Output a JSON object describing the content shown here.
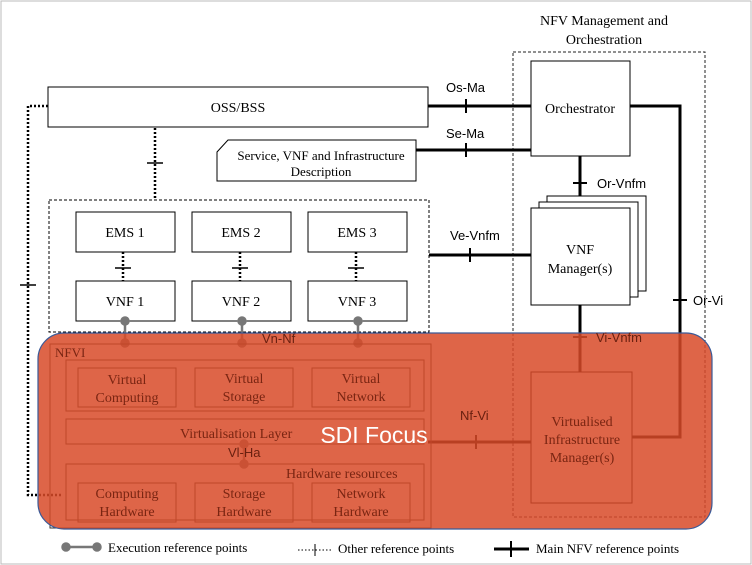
{
  "nfv_mano": {
    "title_line1": "NFV Management and",
    "title_line2": "Orchestration"
  },
  "nodes": {
    "oss_bss": "OSS/BSS",
    "description_line1": "Service, VNF and Infrastructure",
    "description_line2": "Description",
    "orchestrator": "Orchestrator",
    "vnf_manager_line1": "VNF",
    "vnf_manager_line2": "Manager(s)",
    "vim_line1": "Virtualised",
    "vim_line2": "Infrastructure",
    "vim_line3": "Manager(s)",
    "ems1": "EMS 1",
    "ems2": "EMS 2",
    "ems3": "EMS 3",
    "vnf1": "VNF 1",
    "vnf2": "VNF 2",
    "vnf3": "VNF 3"
  },
  "nfvi": {
    "label": "NFVI",
    "virtual_computing_line1": "Virtual",
    "virtual_computing_line2": "Computing",
    "virtual_storage_line1": "Virtual",
    "virtual_storage_line2": "Storage",
    "virtual_network_line1": "Virtual",
    "virtual_network_line2": "Network",
    "virtualisation_layer": "Virtualisation Layer",
    "hardware_resources": "Hardware resources",
    "computing_hw_line1": "Computing",
    "computing_hw_line2": "Hardware",
    "storage_hw_line1": "Storage",
    "storage_hw_line2": "Hardware",
    "network_hw_line1": "Network",
    "network_hw_line2": "Hardware"
  },
  "reference_points": {
    "os_ma": "Os-Ma",
    "se_ma": "Se-Ma",
    "ve_vnfm": "Ve-Vnfm",
    "or_vnfm": "Or-Vnfm",
    "or_vi": "Or-Vi",
    "vi_vnfm": "Vi-Vnfm",
    "vn_nf": "Vn-Nf",
    "nf_vi": "Nf-Vi",
    "vl_ha": "Vl-Ha"
  },
  "overlay": {
    "label": "SDI Focus",
    "color": "#d84a28"
  },
  "legend": {
    "execution": "Execution reference points",
    "other": "Other reference points",
    "main": "Main NFV reference points"
  }
}
